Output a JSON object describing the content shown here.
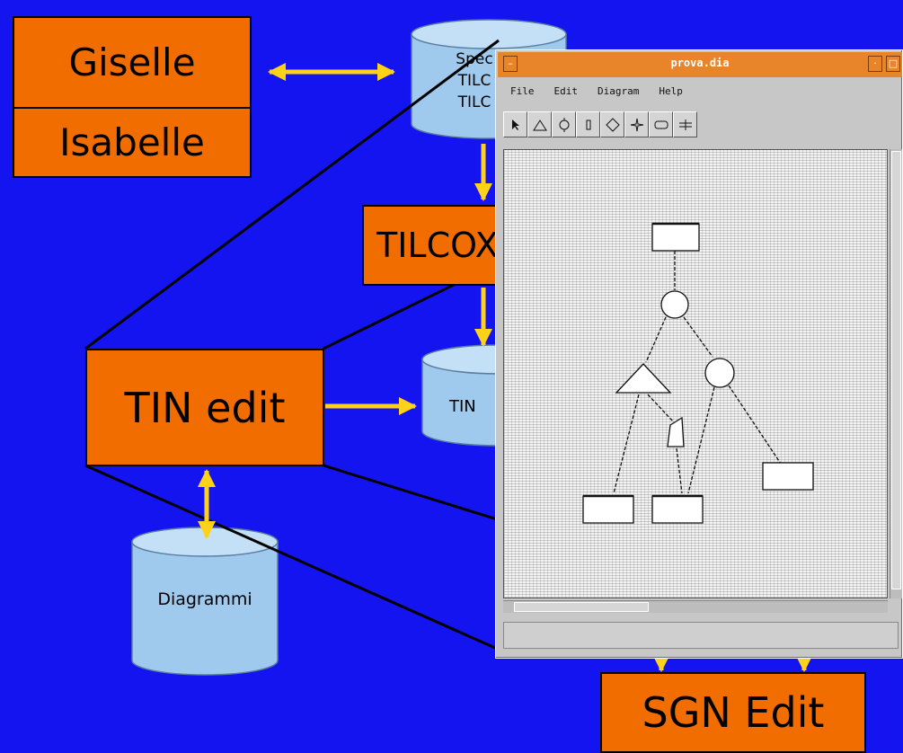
{
  "colors": {
    "background": "#1414f0",
    "box": "#f26d00",
    "arrow": "#ffd21a",
    "cylinder": "#9fcaee"
  },
  "boxes": {
    "giselle": "Giselle",
    "isabelle": "Isabelle",
    "tilcox": "TILCOX",
    "tin_edit": "TIN edit",
    "sgn_edit": "SGN Edit"
  },
  "cylinders": {
    "spec": [
      "Spec",
      "TILC",
      "TILC"
    ],
    "tin": "TIN",
    "diagrammi": "Diagrammi"
  },
  "window": {
    "title": "prova.dia",
    "menu": [
      "File",
      "Edit",
      "Diagram",
      "Help"
    ],
    "tools": [
      "pointer-tool",
      "triangle-tool",
      "circle-tool",
      "box-tool",
      "diamond-tool",
      "star-tool",
      "ellipse-tool",
      "split-tool"
    ]
  }
}
